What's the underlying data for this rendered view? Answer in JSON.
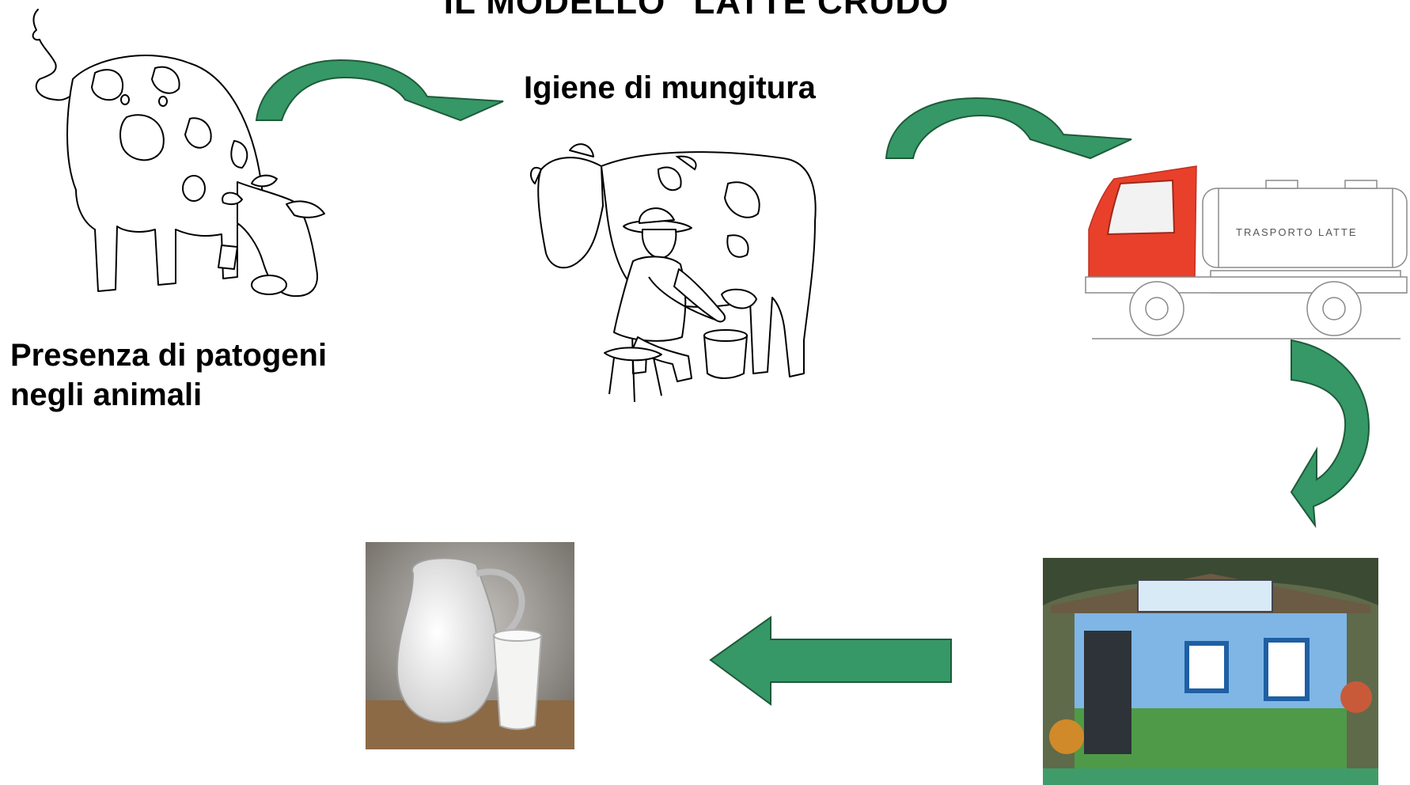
{
  "slide": {
    "title": "IL MODELLO \"LATTE CRUDO\"",
    "captions": {
      "pathogens": [
        "Presenza di patogeni",
        "negli animali"
      ],
      "milking": "Igiene di mungitura"
    },
    "truck_text": "TRASPORTO LATTE"
  },
  "colors": {
    "arrow_fill": "#359866",
    "arrow_stroke": "#1f5a3a",
    "truck_cab": "#e8402a",
    "vending_sky": "#7fb6e6",
    "vending_grass": "#4f9a48",
    "milk_bg": "#8a8580"
  },
  "icons": [
    "grazing-cow-icon",
    "milking-farmer-icon",
    "milk-truck-icon",
    "milk-vending-kiosk-icon",
    "milk-pitcher-glass-icon"
  ]
}
